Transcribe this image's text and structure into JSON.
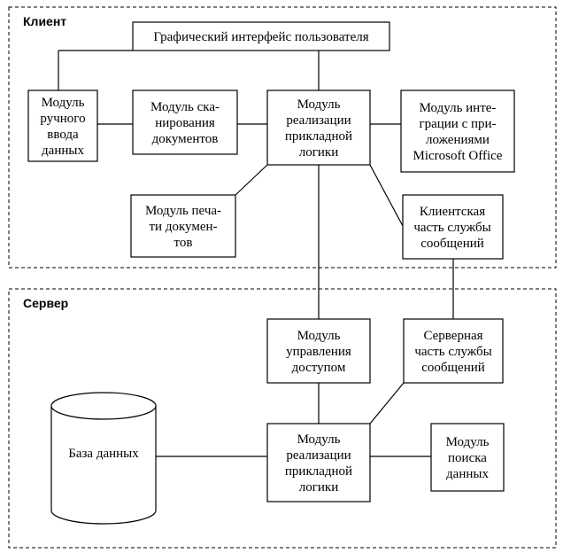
{
  "zones": {
    "client": "Клиент",
    "server": "Сервер"
  },
  "boxes": {
    "gui": [
      "Графический интерфейс пользователя"
    ],
    "manual_input": [
      "Модуль",
      "ручного",
      "ввода",
      "данных"
    ],
    "scanning": [
      "Модуль ска-",
      "нирования",
      "документов"
    ],
    "client_logic": [
      "Модуль",
      "реализации",
      "прикладной",
      "логики"
    ],
    "office_integration": [
      "Модуль интe-",
      "грации с при-",
      "ложениями",
      "Microsoft Office"
    ],
    "printing": [
      "Модуль печа-",
      "ти докумен-",
      "тов"
    ],
    "client_messaging": [
      "Клиентская",
      "часть службы",
      "сообщений"
    ],
    "access_control": [
      "Модуль",
      "управления",
      "доступом"
    ],
    "server_messaging": [
      "Серверная",
      "часть службы",
      "сообщений"
    ],
    "database": [
      "База данных"
    ],
    "server_logic": [
      "Модуль",
      "реализации",
      "прикладной",
      "логики"
    ],
    "data_search": [
      "Модуль",
      "поиска",
      "данных"
    ]
  }
}
